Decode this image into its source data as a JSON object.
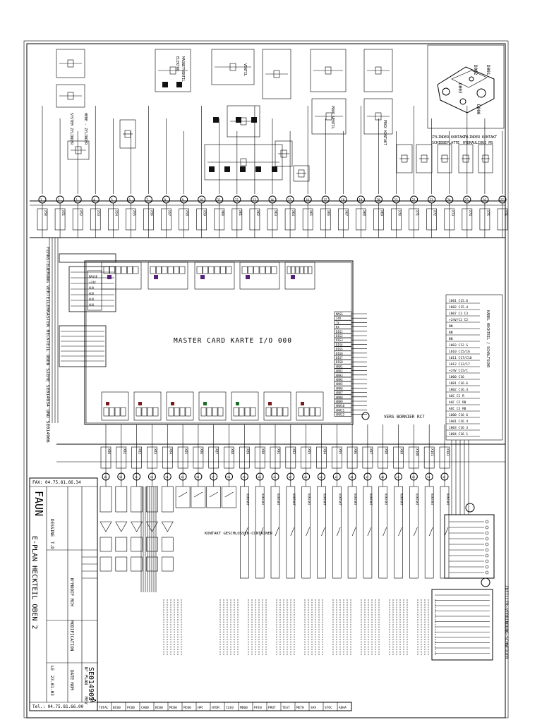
{
  "master_card": {
    "title": "MASTER CARD   KARTE I/O 000"
  },
  "title_block": {
    "fax": "FAX: 04.75.81.66.34",
    "tel": "Tel.: 04.75.81.66.00",
    "company": "FAUN",
    "title": "E-PLAN HECKTEIL OBEN 2",
    "drawn_label": "DESSINE",
    "drawn_value": "T.D",
    "date_label": "LE",
    "date_value": "23.01.03",
    "modif_label": "N°MODIF RCH",
    "modif_col": "MODIFICATION",
    "modif_date": "DATE NOM",
    "plan_label": "N° PLAN",
    "plan_value": "SE014905",
    "rev_label": "REV",
    "rev_value": "A"
  },
  "labels": {
    "zyl_kontakt_1": "ZYLINDER KONTAKT",
    "zyl_kontakt_1b": "SCHIEBEPLATTE",
    "zyl_kontakt_2": "ZYLINDER KONTAKT",
    "zyl_kontakt_2b": "HYDRAULIQUE PB",
    "container": "KONTAKT GESCHLOSSEN-CONTAINER",
    "vers_borner": "VERS BORNIER RC7",
    "side_label": "FERNSTEUERUNG VERTEILERKASTEN HECKTEIL OBEN SIEHE SE014934 UND SE014906",
    "cable_label": "KABEL HECKTEIL / SCHALTSCHR",
    "right_vert": "ZUEILLER-VERBINDUNG-SCHNEIDER"
  },
  "bottom_strip": [
    "TOTAL",
    "BC00",
    "PC00",
    "CA00",
    "BC00",
    "MC00",
    "MC00",
    "HPC",
    "HYDR",
    "CLE0",
    "MD00",
    "PFE0",
    "PROT",
    "TEST",
    "METH",
    "SAV",
    "STOC",
    "ADHA"
  ],
  "connector_rows": {
    "top": [
      "X50",
      "X51",
      "X52",
      "X53",
      "X54",
      "X55",
      "X56",
      "X57",
      "X58",
      "X59",
      "X60",
      "X61",
      "X62",
      "X63",
      "X64",
      "X65",
      "X66",
      "X67",
      "X68",
      "X69",
      "X70",
      "X71",
      "X72",
      "X73",
      "X74",
      "X75",
      "X76"
    ],
    "bottom": [
      "X80",
      "X81",
      "X82",
      "X83",
      "X84",
      "X85",
      "X86",
      "X87",
      "X88",
      "X89",
      "X90",
      "X91",
      "X92",
      "X93",
      "X94",
      "X95",
      "X96",
      "X97",
      "X98",
      "X99",
      "X100",
      "X101",
      "X102"
    ]
  },
  "master_pins": [
    "MASS",
    "24V",
    "TX",
    "RX",
    "DIG1",
    "DIG2",
    "DIG3",
    "DIG4",
    "DIG5",
    "DIG6",
    "DIG7",
    "DIG8",
    "ANA1",
    "ANA2",
    "ANA3",
    "ANA4",
    "ANA5",
    "ANA6",
    "ANA7",
    "ANA8",
    "ANA9",
    "ANA10",
    "ANA11",
    "ANA12"
  ],
  "right_list": [
    "1001 C15.6",
    "1002 C15.4",
    "1007 C3 C3",
    "+24V/C2 C2",
    "BN",
    "BN",
    "BN",
    "1003 C12 G",
    "1010 C15/16",
    "1011 C17/C10",
    "1012 C12/17",
    "+24V C15/C",
    "1000 C16",
    "1001 C16.6",
    "1002 C16.4",
    "AUC C1 R",
    "AUC C2 RB",
    "AUC C3 RB",
    "1000 C16 6",
    "1001 C16 4",
    "1003 C16 3",
    "1004 C16 1"
  ]
}
